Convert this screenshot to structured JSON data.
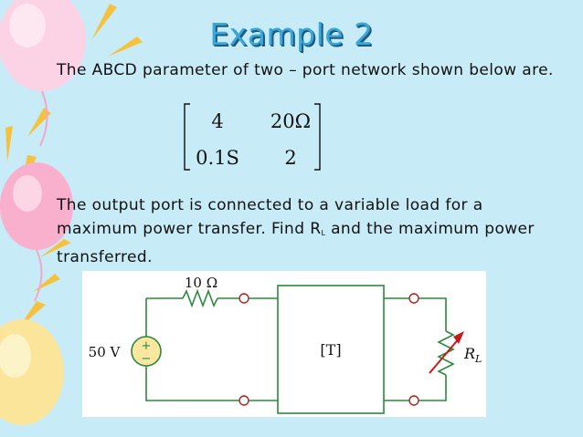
{
  "slide": {
    "title": "Example 2",
    "para1": "The ABCD parameter of two – port network shown below are.",
    "para2_a": "The output port is connected to a variable load for a maximum power transfer. Find R",
    "para2_sub": "L",
    "para2_b": " and the maximum power transferred."
  },
  "matrix": {
    "a11": "4",
    "a12": "20Ω",
    "a21": "0.1S",
    "a22": "2"
  },
  "circuit": {
    "resistor_label": "10 Ω",
    "source_label": "50 V",
    "source_plus": "+",
    "source_minus": "−",
    "network_label": "[T]",
    "load_label": "R",
    "load_sub": "L"
  },
  "colors": {
    "background": "#c7ecf8",
    "title": "#38a8d8",
    "wire": "#2a8a3a",
    "terminal": "#b02020",
    "arrow": "#c81818"
  }
}
